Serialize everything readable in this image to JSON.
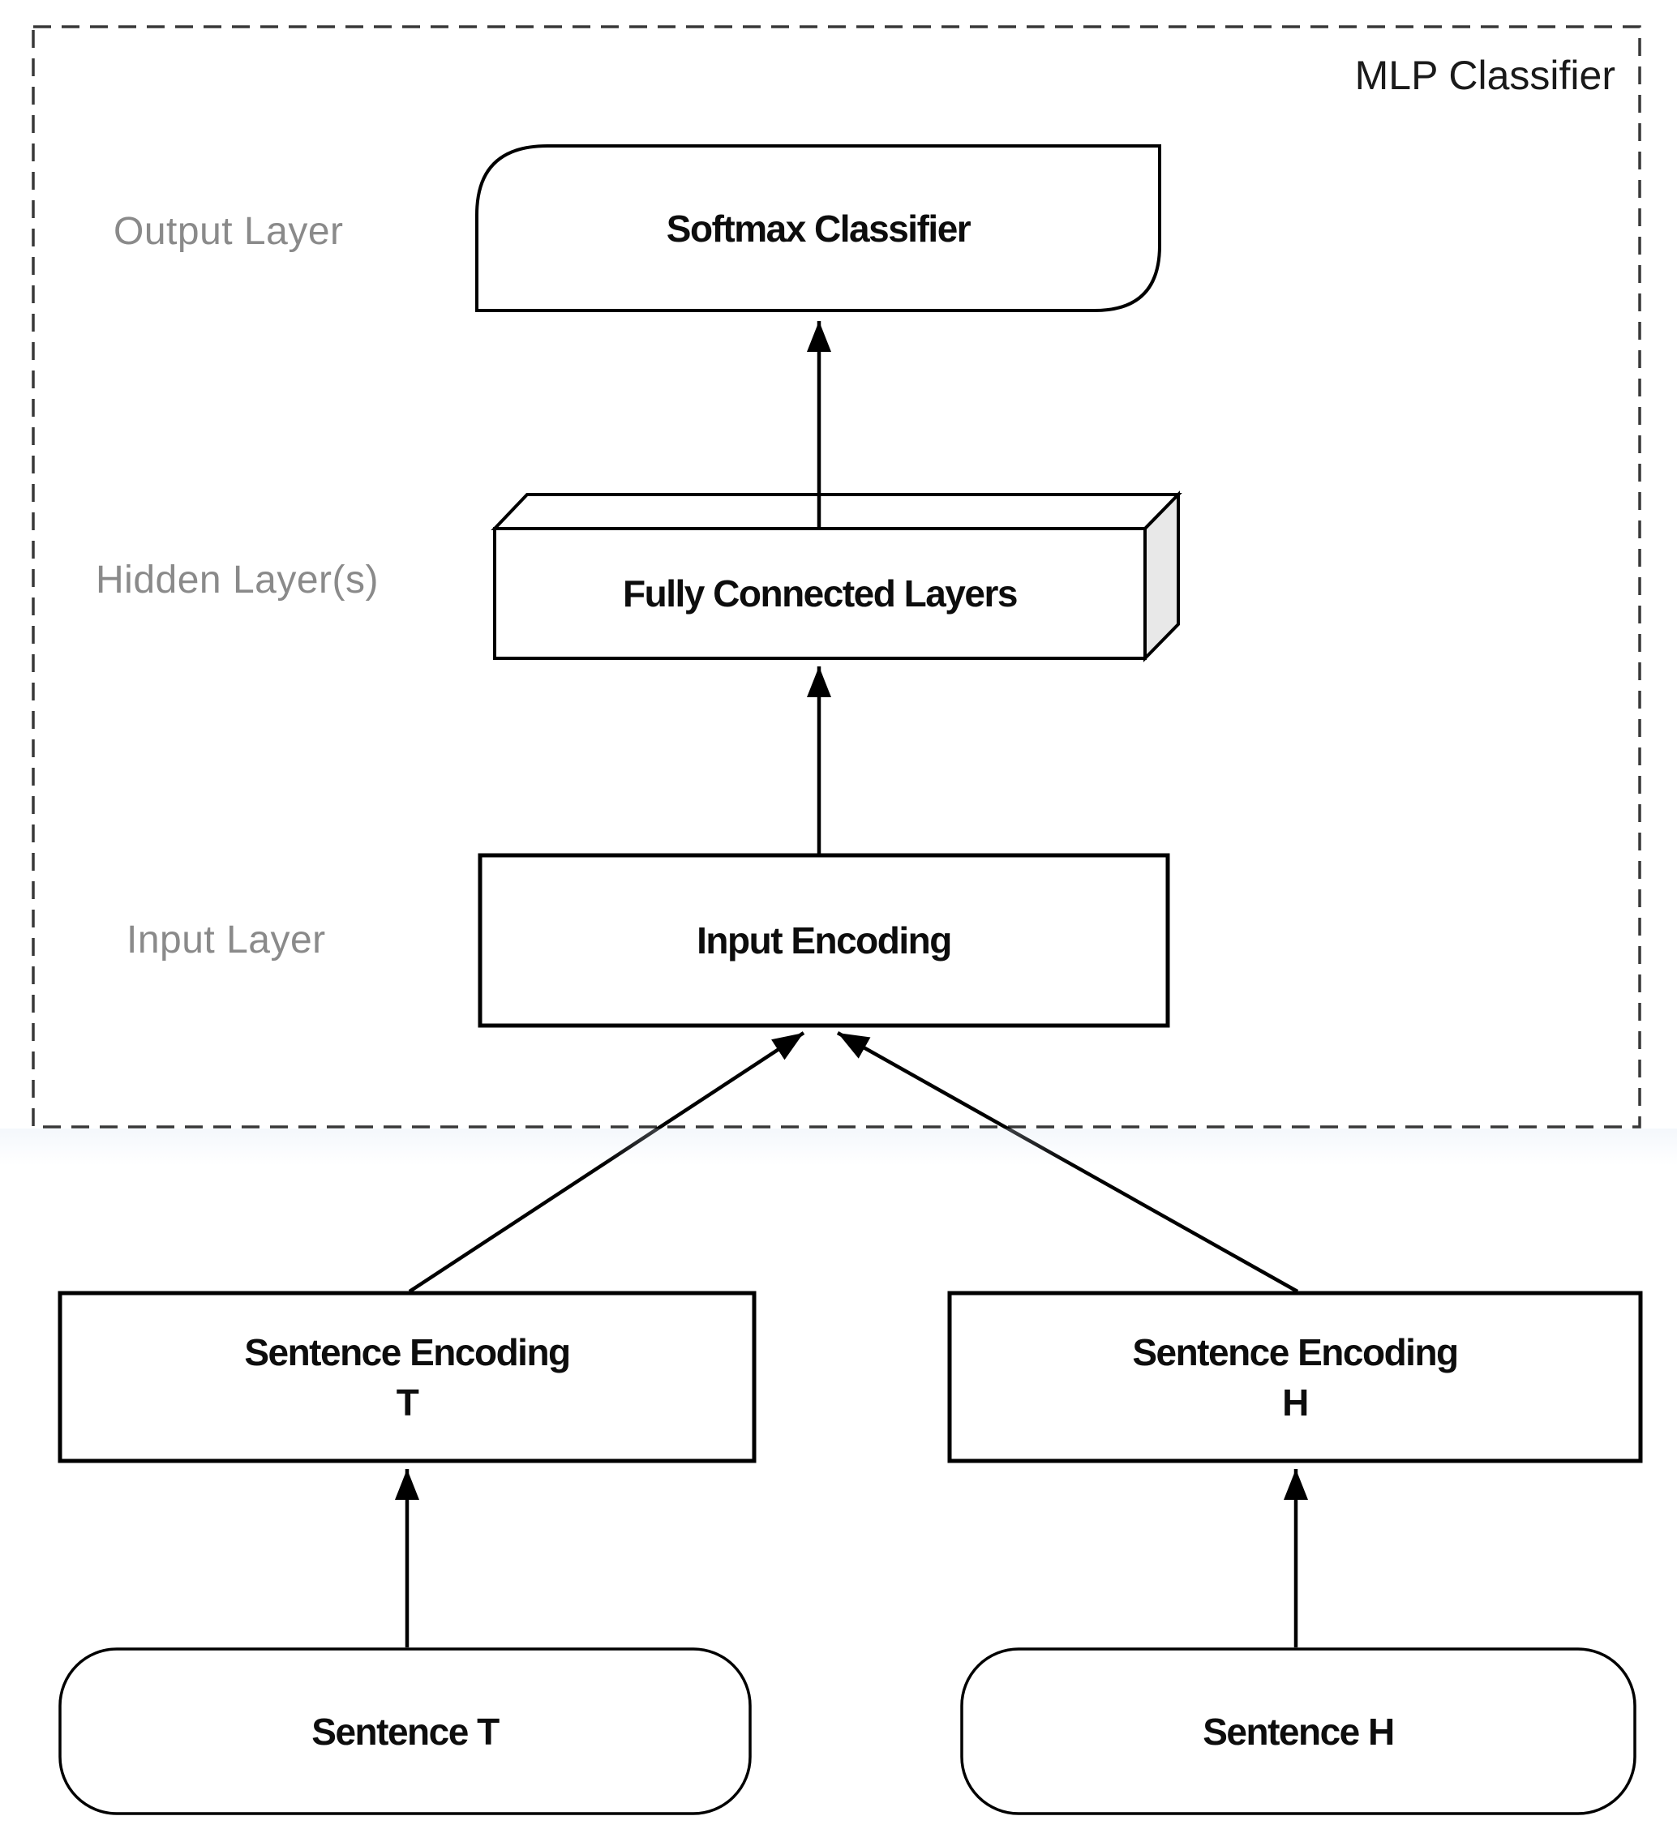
{
  "diagram": {
    "title": "MLP Classifier",
    "layer_labels": [
      {
        "id": "output",
        "label": "Output Layer"
      },
      {
        "id": "hidden",
        "label": "Hidden Layer(s)"
      },
      {
        "id": "input",
        "label": "Input Layer"
      }
    ],
    "nodes": [
      {
        "id": "softmax_classifier",
        "label": "Softmax Classifier",
        "shape": "card-rounded-tl-br"
      },
      {
        "id": "fully_connected_layers",
        "label": "Fully Connected Layers",
        "shape": "cube-3d"
      },
      {
        "id": "input_encoding",
        "label": "Input Encoding",
        "shape": "rectangle"
      },
      {
        "id": "sentence_encoding_t",
        "label": "Sentence Encoding",
        "sublabel": "T",
        "shape": "rectangle"
      },
      {
        "id": "sentence_encoding_h",
        "label": "Sentence Encoding",
        "sublabel": "H",
        "shape": "rectangle"
      },
      {
        "id": "sentence_t",
        "label": "Sentence T",
        "shape": "rounded-rectangle"
      },
      {
        "id": "sentence_h",
        "label": "Sentence H",
        "shape": "rounded-rectangle"
      }
    ],
    "edges": [
      {
        "from": "fully_connected_layers",
        "to": "softmax_classifier",
        "style": "arrow-up"
      },
      {
        "from": "input_encoding",
        "to": "fully_connected_layers",
        "style": "arrow-up"
      },
      {
        "from": "sentence_encoding_t",
        "to": "input_encoding",
        "style": "arrow-diagonal"
      },
      {
        "from": "sentence_encoding_h",
        "to": "input_encoding",
        "style": "arrow-diagonal"
      },
      {
        "from": "sentence_t",
        "to": "sentence_encoding_t",
        "style": "arrow-up"
      },
      {
        "from": "sentence_h",
        "to": "sentence_encoding_h",
        "style": "arrow-up"
      }
    ],
    "colors": {
      "line": "#000000",
      "dashed_border": "#383838",
      "label_gray": "#8a8a8a",
      "cube_side_fill": "#e8e8e8",
      "node_fill": "#ffffff",
      "title_color": "#1a1a1a"
    }
  }
}
